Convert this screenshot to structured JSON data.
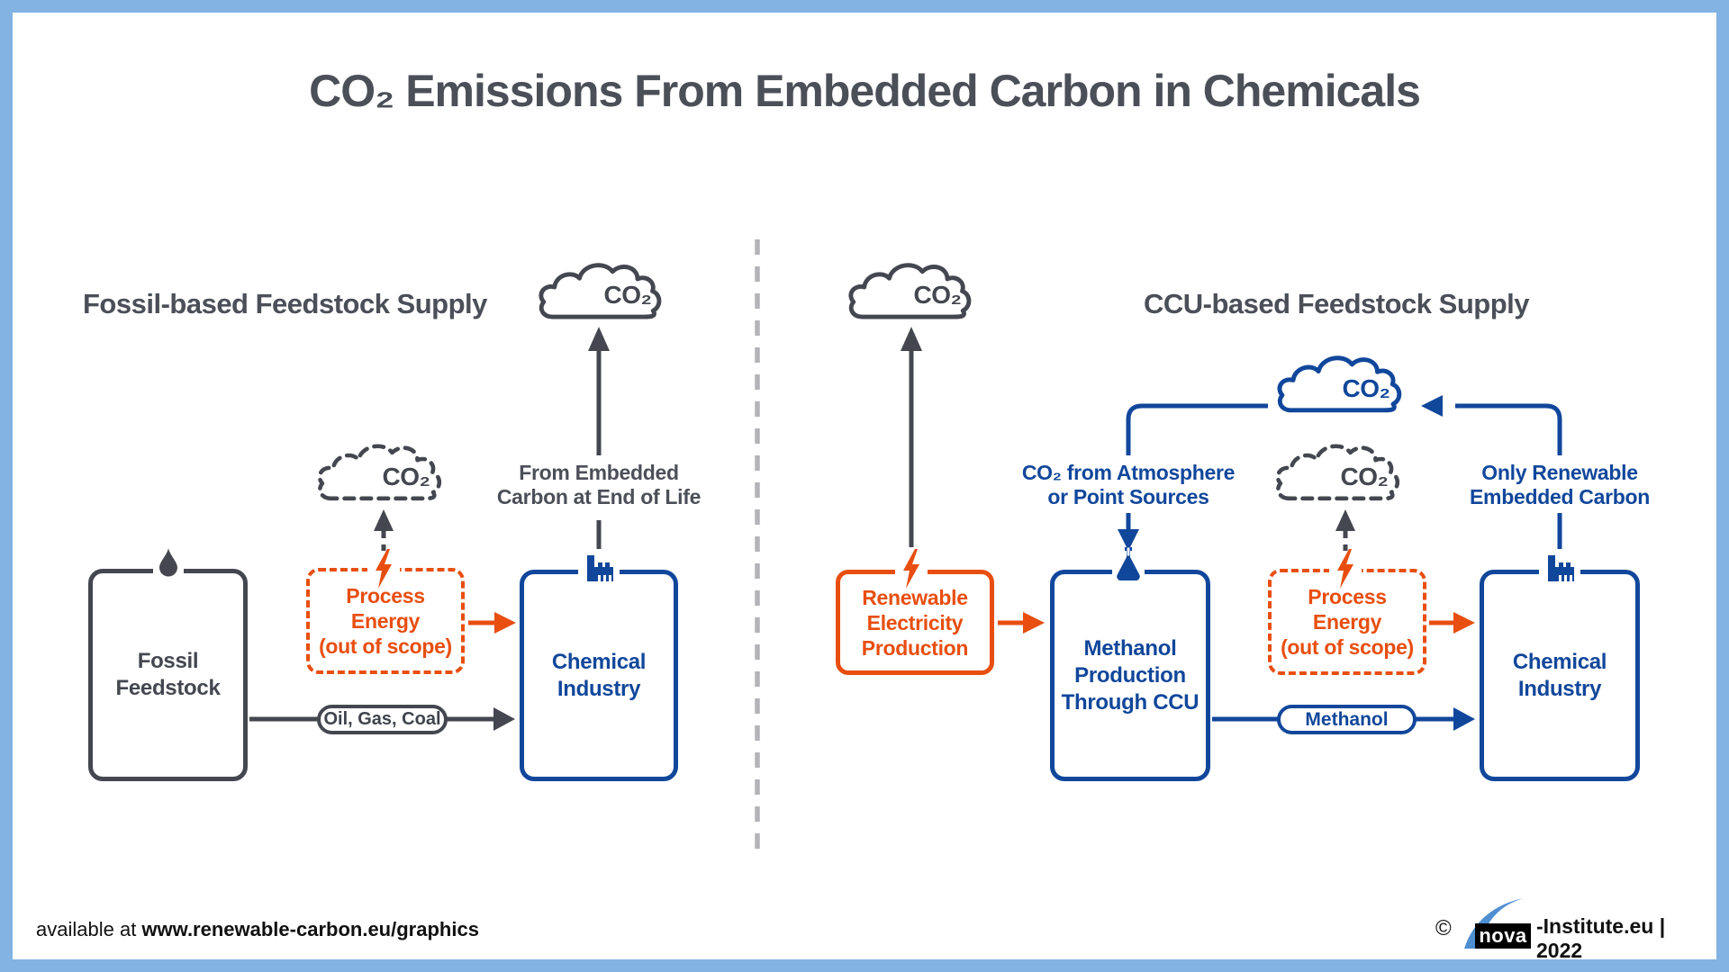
{
  "title": "CO₂ Emissions From Embedded Carbon in Chemicals",
  "colors": {
    "dark_gray": "#44474f",
    "orange": "#e84e0f",
    "blue": "#11479b",
    "divider_gray": "#b4b4b8",
    "frame_blue": "#82b3e2"
  },
  "fossil": {
    "heading": "Fossil-based Feedstock Supply",
    "atmosphere_cloud_label": "CO₂",
    "process_cloud_label": "CO₂",
    "process_energy_label": "Process\nEnergy\n(out of scope)",
    "fossil_feedstock_label": "Fossil\nFeedstock",
    "chemical_industry_label": "Chemical\nIndustry",
    "flow_pill_label": "Oil, Gas, Coal",
    "end_of_life_label": "From Embedded\nCarbon at End of Life"
  },
  "ccu": {
    "heading": "CCU-based Feedstock Supply",
    "atmosphere_cloud_label": "CO₂",
    "recycle_cloud_label": "CO₂",
    "process_cloud_label": "CO₂",
    "renewable_electricity_label": "Renewable\nElectricity\nProduction",
    "methanol_production_label": "Methanol\nProduction\nThrough CCU",
    "process_energy_label": "Process\nEnergy\n(out of scope)",
    "chemical_industry_label": "Chemical\nIndustry",
    "flow_pill_label": "Methanol",
    "co2_source_label": "CO₂ from Atmosphere\nor Point Sources",
    "embedded_carbon_label": "Only Renewable\nEmbedded Carbon"
  },
  "footer": {
    "available_prefix": "available at ",
    "available_url": "www.renewable-carbon.eu/graphics",
    "copyright_symbol": "©",
    "logo_text": "nova",
    "copyright_text": "-Institute.eu | 2022"
  }
}
